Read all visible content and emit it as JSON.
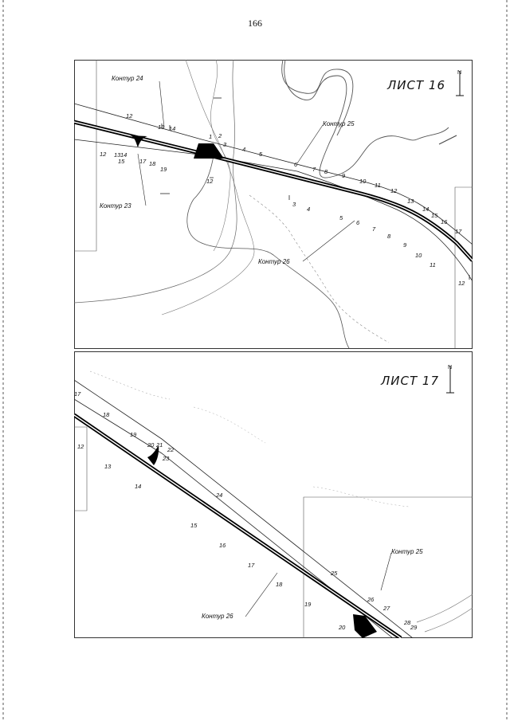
{
  "page_number": "166",
  "sheet16": {
    "title": "ЛИСТ 16",
    "north_symbol": "north-arrow-icon",
    "contours": {
      "c23": "Контур 23",
      "c24": "Контур 24",
      "c25": "Контур 25",
      "c26": "Контур 26"
    },
    "points_upper": [
      "12",
      "13",
      "14",
      "1",
      "2",
      "3",
      "4",
      "5",
      "6",
      "7",
      "8",
      "9",
      "10",
      "11",
      "12",
      "13",
      "14",
      "15",
      "16",
      "17"
    ],
    "points_lower": [
      "12",
      "13",
      "14",
      "15",
      "17",
      "18",
      "19",
      "12",
      "3",
      "4",
      "5",
      "6",
      "7",
      "8",
      "9",
      "10",
      "11",
      "12"
    ]
  },
  "sheet17": {
    "title": "ЛИСТ 17",
    "north_symbol": "north-arrow-icon",
    "contours": {
      "c25": "Контур 25",
      "c26": "Контур 26"
    },
    "points_upper": [
      "17",
      "18",
      "19",
      "20",
      "21",
      "22",
      "23",
      "24",
      "25",
      "26",
      "27",
      "28",
      "29"
    ],
    "points_lower": [
      "12",
      "13",
      "14",
      "15",
      "16",
      "17",
      "18",
      "19",
      "20"
    ]
  }
}
